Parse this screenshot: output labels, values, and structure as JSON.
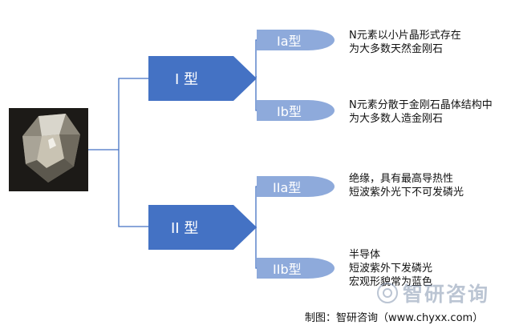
{
  "diagram": {
    "type1": {
      "label": "I 型"
    },
    "type2": {
      "label": "II 型"
    },
    "ia": {
      "label": "Ia型",
      "lines": [
        "N元素以小片晶形式存在",
        "为大多数天然金刚石"
      ]
    },
    "ib": {
      "label": "Ib型",
      "lines": [
        "N元素分散于金刚石晶体结构中",
        "为大多数人造金刚石"
      ]
    },
    "iia": {
      "label": "IIa型",
      "lines": [
        "绝缘，具有最高导热性",
        "短波紫外光下不可发磷光"
      ]
    },
    "iib": {
      "label": "IIb型",
      "lines": [
        "半导体",
        "短波紫外下发磷光",
        "宏观形貌常为蓝色"
      ]
    },
    "colors": {
      "arrow": "#4472c4",
      "leaf": "#8eaadb",
      "line": "#4472c4"
    }
  },
  "footer": {
    "credit": "制图：智研咨询（www.chyxx.com）"
  },
  "watermark": {
    "text": "智研咨询"
  }
}
